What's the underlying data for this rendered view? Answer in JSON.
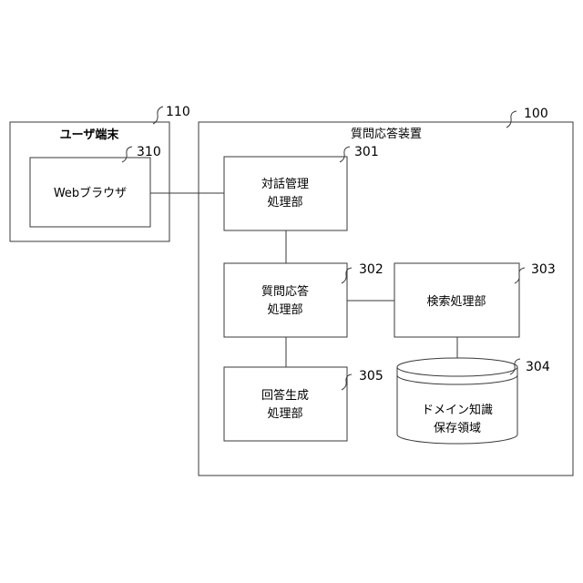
{
  "colors": {
    "stroke": "#3a3a3a",
    "text": "#000000",
    "background": "#ffffff"
  },
  "user_terminal": {
    "title": "ユーザ端末",
    "ref": "110"
  },
  "browser": {
    "label": "Webブラウザ",
    "ref": "310"
  },
  "qa_device": {
    "title": "質問応答装置",
    "ref": "100"
  },
  "dialog_manager": {
    "line1": "対話管理",
    "line2": "処理部",
    "ref": "301"
  },
  "qa_processor": {
    "line1": "質問応答",
    "line2": "処理部",
    "ref": "302"
  },
  "search_processor": {
    "label": "検索処理部",
    "ref": "303"
  },
  "domain_storage": {
    "line1": "ドメイン知識",
    "line2": "保存領域",
    "ref": "304"
  },
  "answer_generator": {
    "line1": "回答生成",
    "line2": "処理部",
    "ref": "305"
  }
}
